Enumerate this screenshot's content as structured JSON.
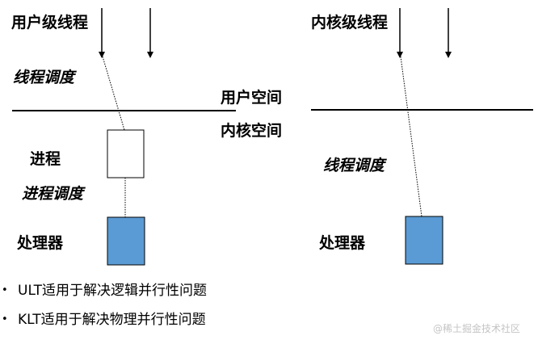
{
  "left": {
    "title": "用户级线程",
    "thread_schedule": "线程调度",
    "user_space": "用户空间",
    "kernel_space": "内核空间",
    "process": "进程",
    "process_schedule": "进程调度",
    "processor": "处理器"
  },
  "right": {
    "title": "内核级线程",
    "thread_schedule": "线程调度",
    "processor": "处理器"
  },
  "bullets": [
    "ULT适用于解决逻辑并行性问题",
    "KLT适用于解决物理并行性问题"
  ],
  "watermark": "@稀土掘金技术社区",
  "colors": {
    "processor_fill": "#5b9bd5",
    "line": "#000000"
  }
}
